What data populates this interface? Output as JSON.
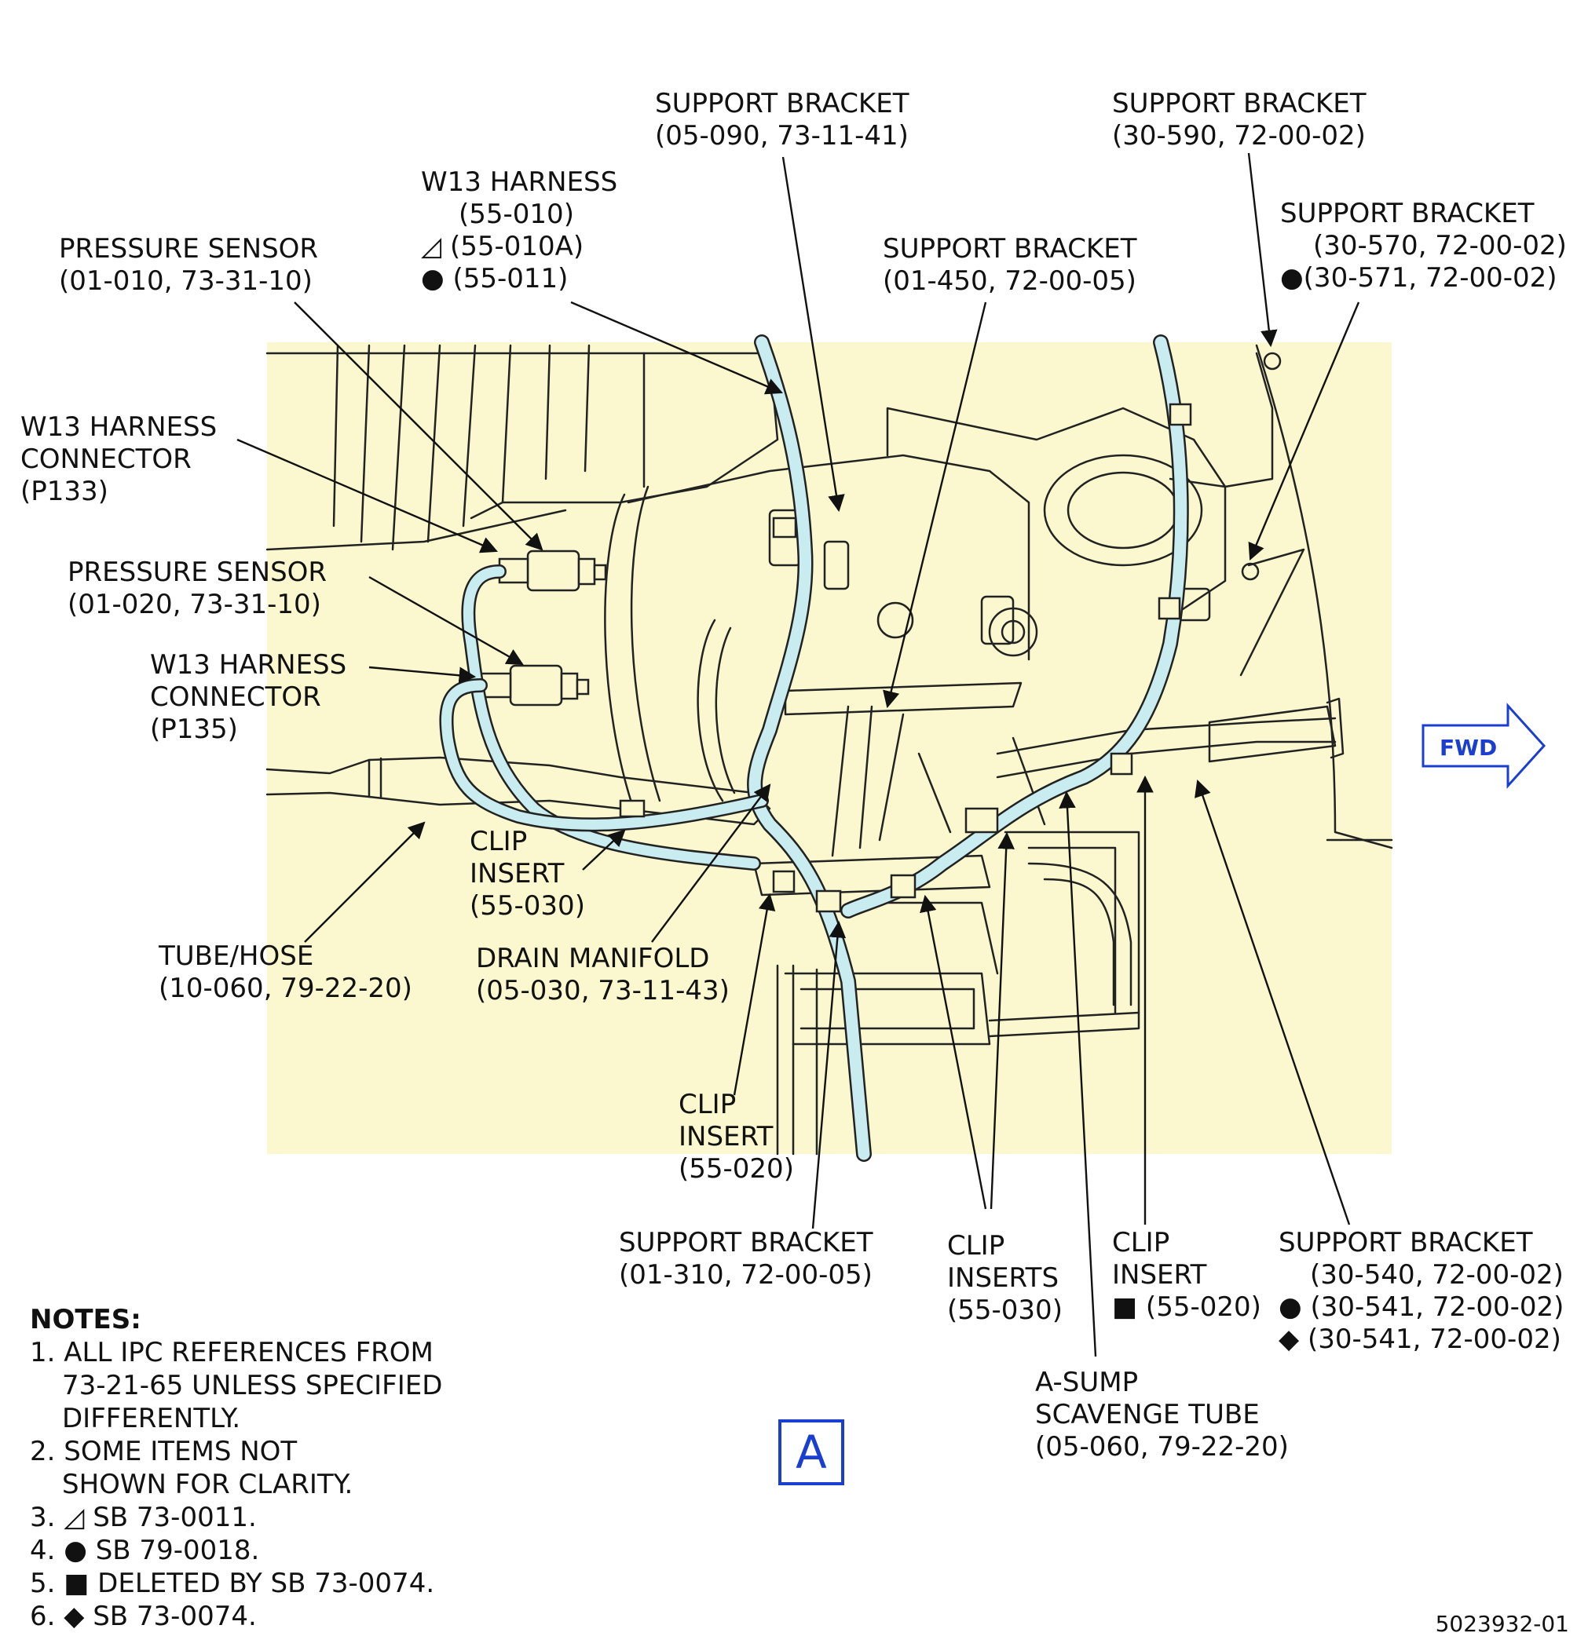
{
  "callouts": {
    "support_bracket_05_090": [
      "SUPPORT BRACKET",
      "(05-090, 73-11-41)"
    ],
    "support_bracket_30_590": [
      "SUPPORT BRACKET",
      "(30-590, 72-00-02)"
    ],
    "w13_harness": [
      "W13 HARNESS",
      "(55-010)",
      "◿ (55-010A)",
      "● (55-011)"
    ],
    "pressure_sensor_01_010": [
      "PRESSURE SENSOR",
      "(01-010, 73-31-10)"
    ],
    "support_bracket_01_450": [
      "SUPPORT BRACKET",
      "(01-450, 72-00-05)"
    ],
    "support_bracket_30_570": [
      "SUPPORT BRACKET",
      "(30-570, 72-00-02)",
      "●(30-571, 72-00-02)"
    ],
    "w13_connector_p133": [
      "W13 HARNESS",
      "CONNECTOR",
      "(P133)"
    ],
    "pressure_sensor_01_020": [
      "PRESSURE SENSOR",
      "(01-020, 73-31-10)"
    ],
    "w13_connector_p135": [
      "W13 HARNESS",
      "CONNECTOR",
      "(P135)"
    ],
    "clip_insert_55_030": [
      "CLIP",
      "INSERT",
      "(55-030)"
    ],
    "tube_hose": [
      "TUBE/HOSE",
      "(10-060, 79-22-20)"
    ],
    "drain_manifold": [
      "DRAIN MANIFOLD",
      "(05-030, 73-11-43)"
    ],
    "clip_insert_55_020_left": [
      "CLIP",
      "INSERT",
      "(55-020)"
    ],
    "support_bracket_01_310": [
      "SUPPORT BRACKET",
      "(01-310, 72-00-05)"
    ],
    "clip_inserts_55_030": [
      "CLIP",
      "INSERTS",
      "(55-030)"
    ],
    "clip_insert_55_020_right": [
      "CLIP",
      "INSERT",
      "■ (55-020)"
    ],
    "support_bracket_30_540": [
      "SUPPORT BRACKET",
      "(30-540, 72-00-02)",
      "● (30-541, 72-00-02)",
      "◆ (30-541, 72-00-02)"
    ],
    "a_sump_scavenge_tube": [
      "A-SUMP",
      "SCAVENGE TUBE",
      "(05-060, 79-22-20)"
    ]
  },
  "fwd_label": "FWD",
  "view_label": "A",
  "notes": {
    "heading": "NOTES:",
    "lines": [
      "1. ALL IPC REFERENCES FROM",
      "73-21-65 UNLESS SPECIFIED",
      "DIFFERENTLY.",
      "2. SOME ITEMS NOT",
      "SHOWN FOR CLARITY.",
      "3. ◿ SB 73-0011.",
      "4. ● SB 79-0018.",
      "5. ■ DELETED BY SB 73-0074.",
      "6. ◆ SB 73-0074."
    ]
  },
  "drawing_number": "5023932-01",
  "colors": {
    "background_panel": "#fbf8cf",
    "harness": "#c8ecef",
    "accent_blue": "#1a3fd0",
    "line": "#111111"
  }
}
